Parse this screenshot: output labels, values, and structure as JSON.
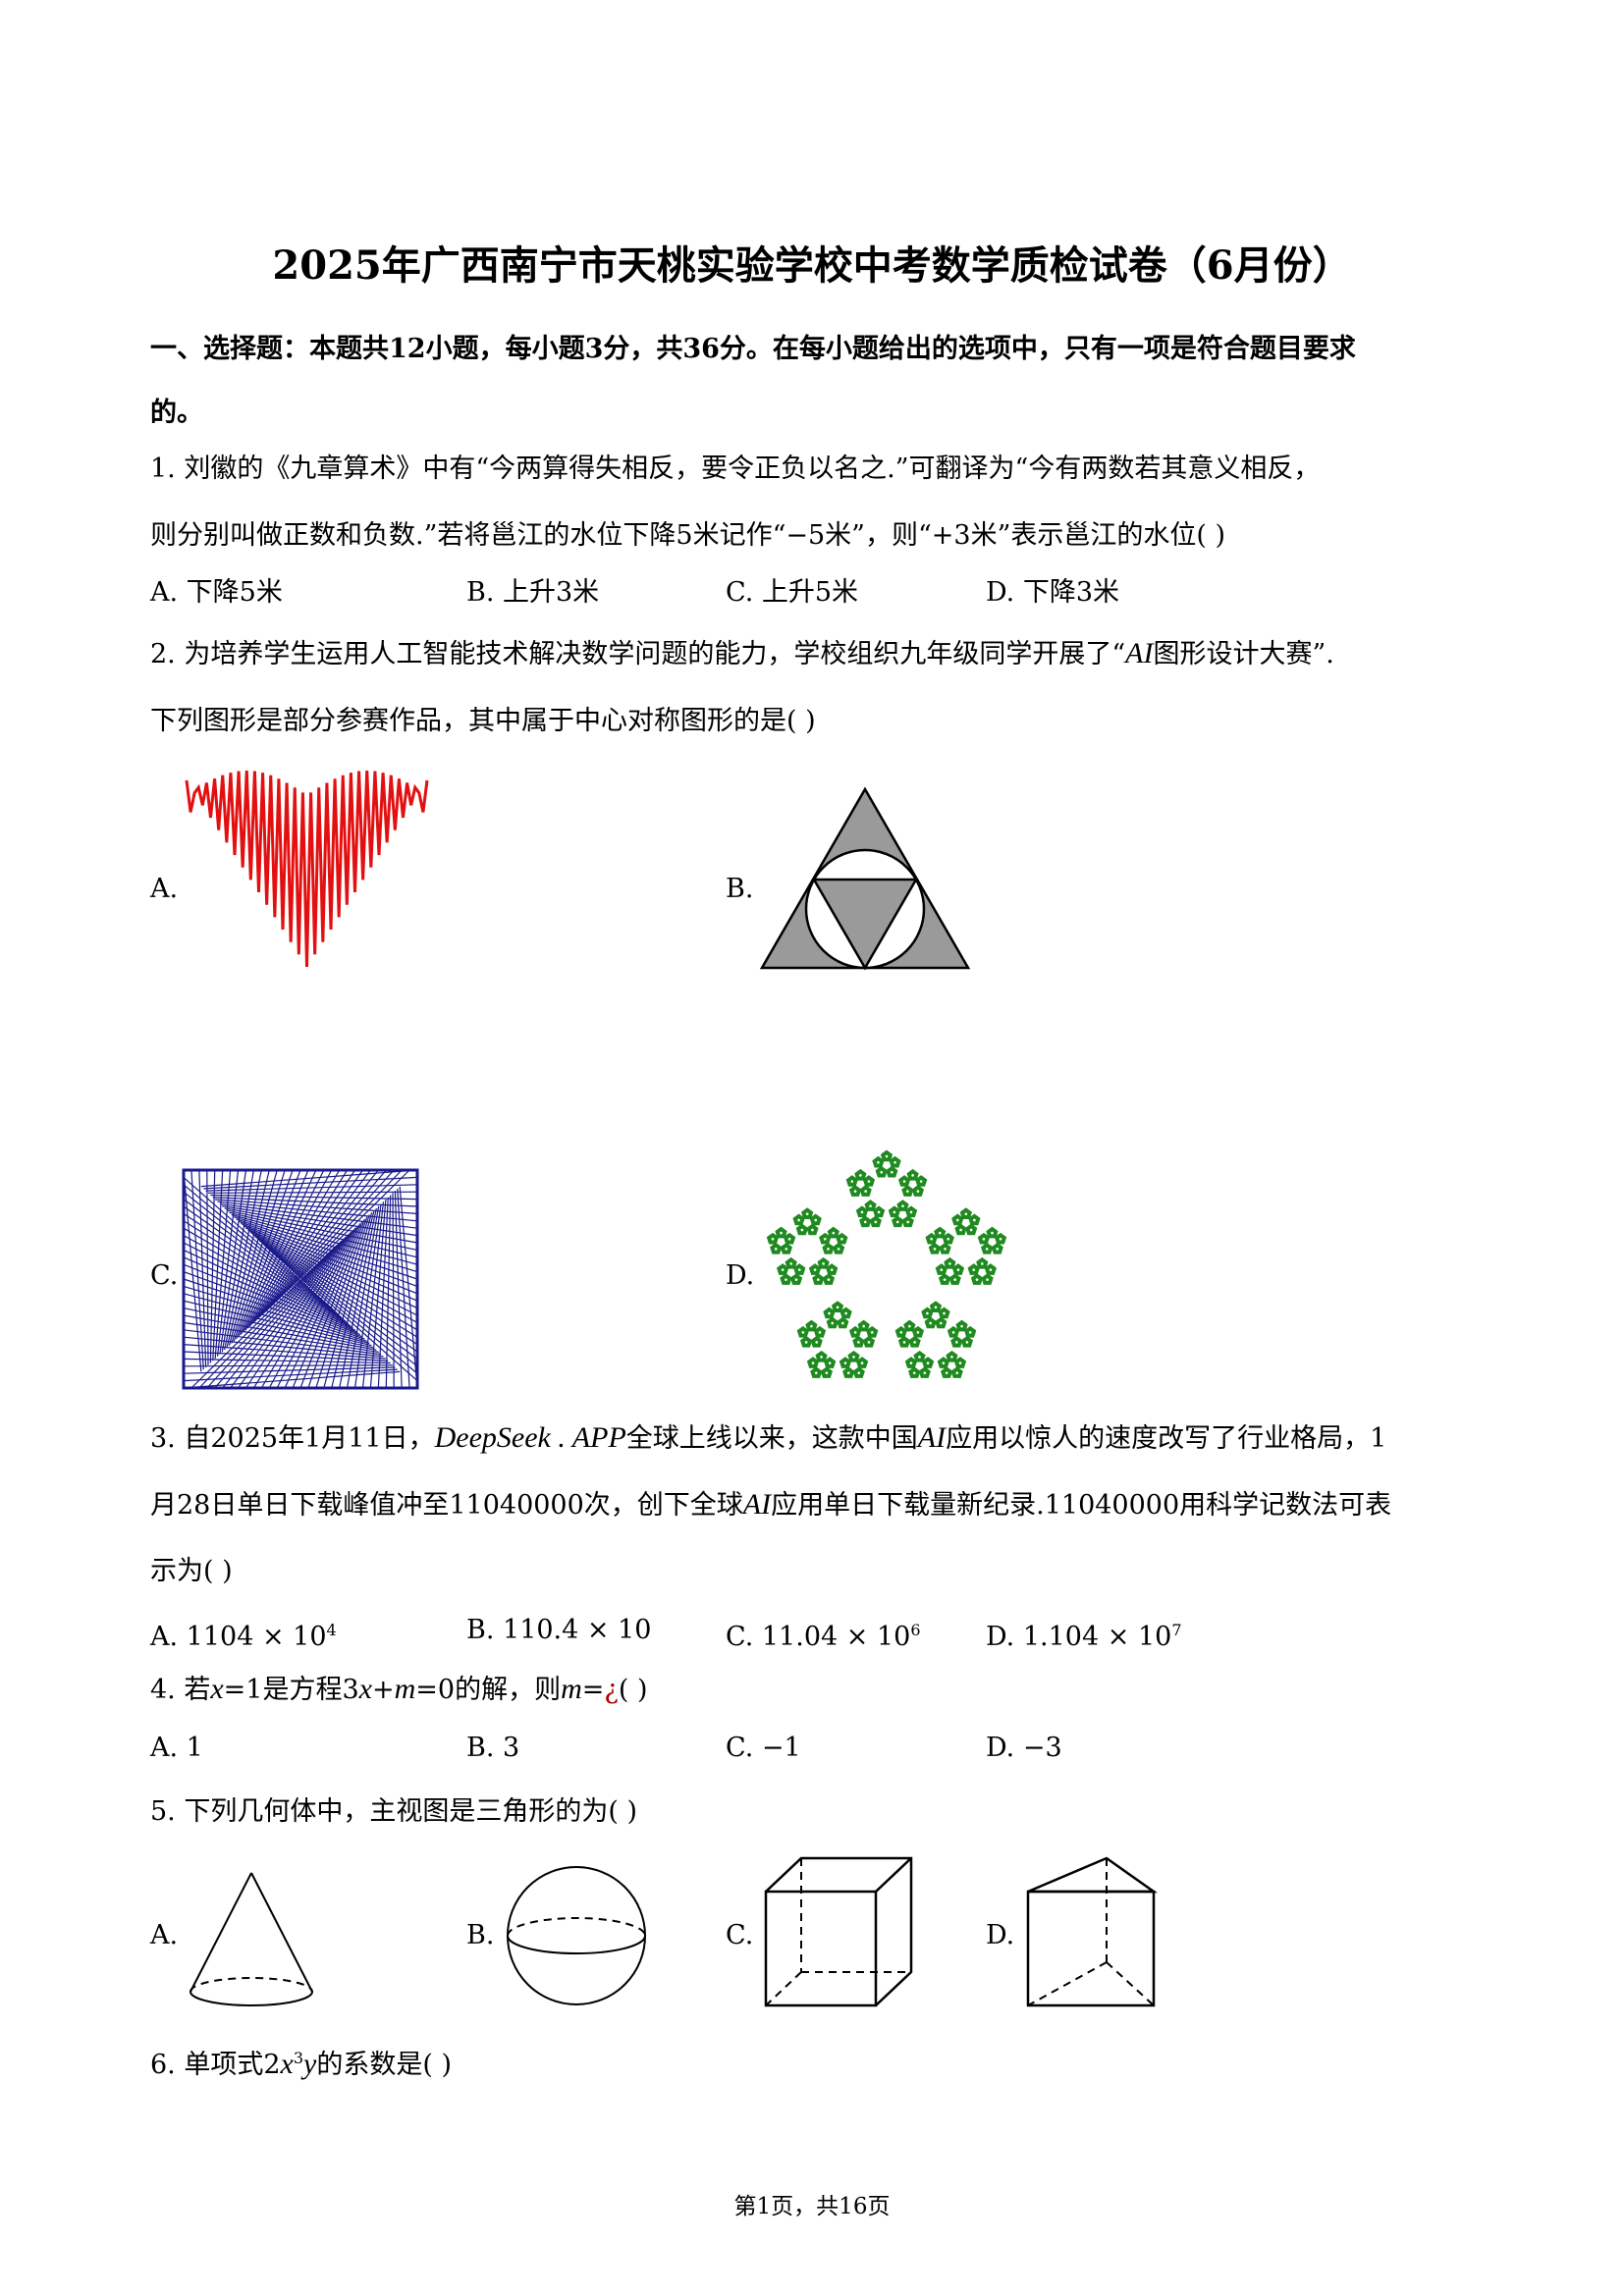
{
  "title": "2025年广西南宁市天桃实验学校中考数学质检试卷（6月份）",
  "section": {
    "line1": "一、选择题：本题共12小题，每小题3分，共36分。在每小题给出的选项中，只有一项是符合题目要求",
    "line2": "的。"
  },
  "q1": {
    "line1": "1. 刘徽的《九章算术》中有“今两算得失相反，要令正负以名之.”可翻译为“今有两数若其意义相反，",
    "line2": "则分别叫做正数和负数.”若将邕江的水位下降5米记作“−5米”，则“+3米”表示邕江的水位(    )",
    "options": [
      "A. 下降5米",
      "B. 上升3米",
      "C. 上升5米",
      "D. 下降3米"
    ]
  },
  "q2": {
    "line1a": "2. 为培养学生运用人工智能技术解决数学问题的能力，学校组织九年级同学开展了“",
    "line1_ai": "AI",
    "line1b": "图形设计大赛”.",
    "line2": "下列图形是部分参赛作品，其中属于中心对称图形的是(    )",
    "labels": [
      "A.",
      "B.",
      "C.",
      "D."
    ]
  },
  "q3": {
    "line1a": "3. 自2025年1月11日，",
    "line1_app": "DeepSeek . APP",
    "line1b": "全球上线以来，这款中国",
    "line1_ai": "AI",
    "line1c": "应用以惊人的速度改写了行业格局，1",
    "line2a": "月28日单日下载峰值冲至11040000次，创下全球",
    "line2_ai": "AI",
    "line2b": "应用单日下载量新纪录.11040000用科学记数法可表",
    "line3": "示为(    )",
    "options": [
      {
        "label": "A. ",
        "base": "1104 × 10",
        "exp": "4"
      },
      {
        "label": "B. ",
        "base": "110.4 × 10",
        "exp": ""
      },
      {
        "label": "C. ",
        "base": "11.04 × 10",
        "exp": "6"
      },
      {
        "label": "D. ",
        "base": "1.104 × 10",
        "exp": "7"
      }
    ]
  },
  "q4": {
    "a": "4. 若",
    "x": "x",
    "b": "=1是方程3",
    "x2": "x",
    "c": "+",
    "m": "m",
    "d": "=0的解，则",
    "m2": "m",
    "e": "=",
    "f": "¿",
    "g": "(    )",
    "options": [
      "A. 1",
      "B. 3",
      "C. −1",
      "D. −3"
    ]
  },
  "q5": {
    "line": "5. 下列几何体中，主视图是三角形的为(    )",
    "labels": [
      "A.",
      "B.",
      "C.",
      "D."
    ]
  },
  "q6": {
    "a": "6. 单项式2",
    "x": "x",
    "exp": "3",
    "y": "y",
    "b": "的系数是(    )"
  },
  "footer": "第1页，共16页",
  "colors": {
    "heart": "#e21010",
    "fractal": "#1f8a1f",
    "spiral": "#1a1a8c",
    "triangle_fill": "#9a9a9a"
  }
}
